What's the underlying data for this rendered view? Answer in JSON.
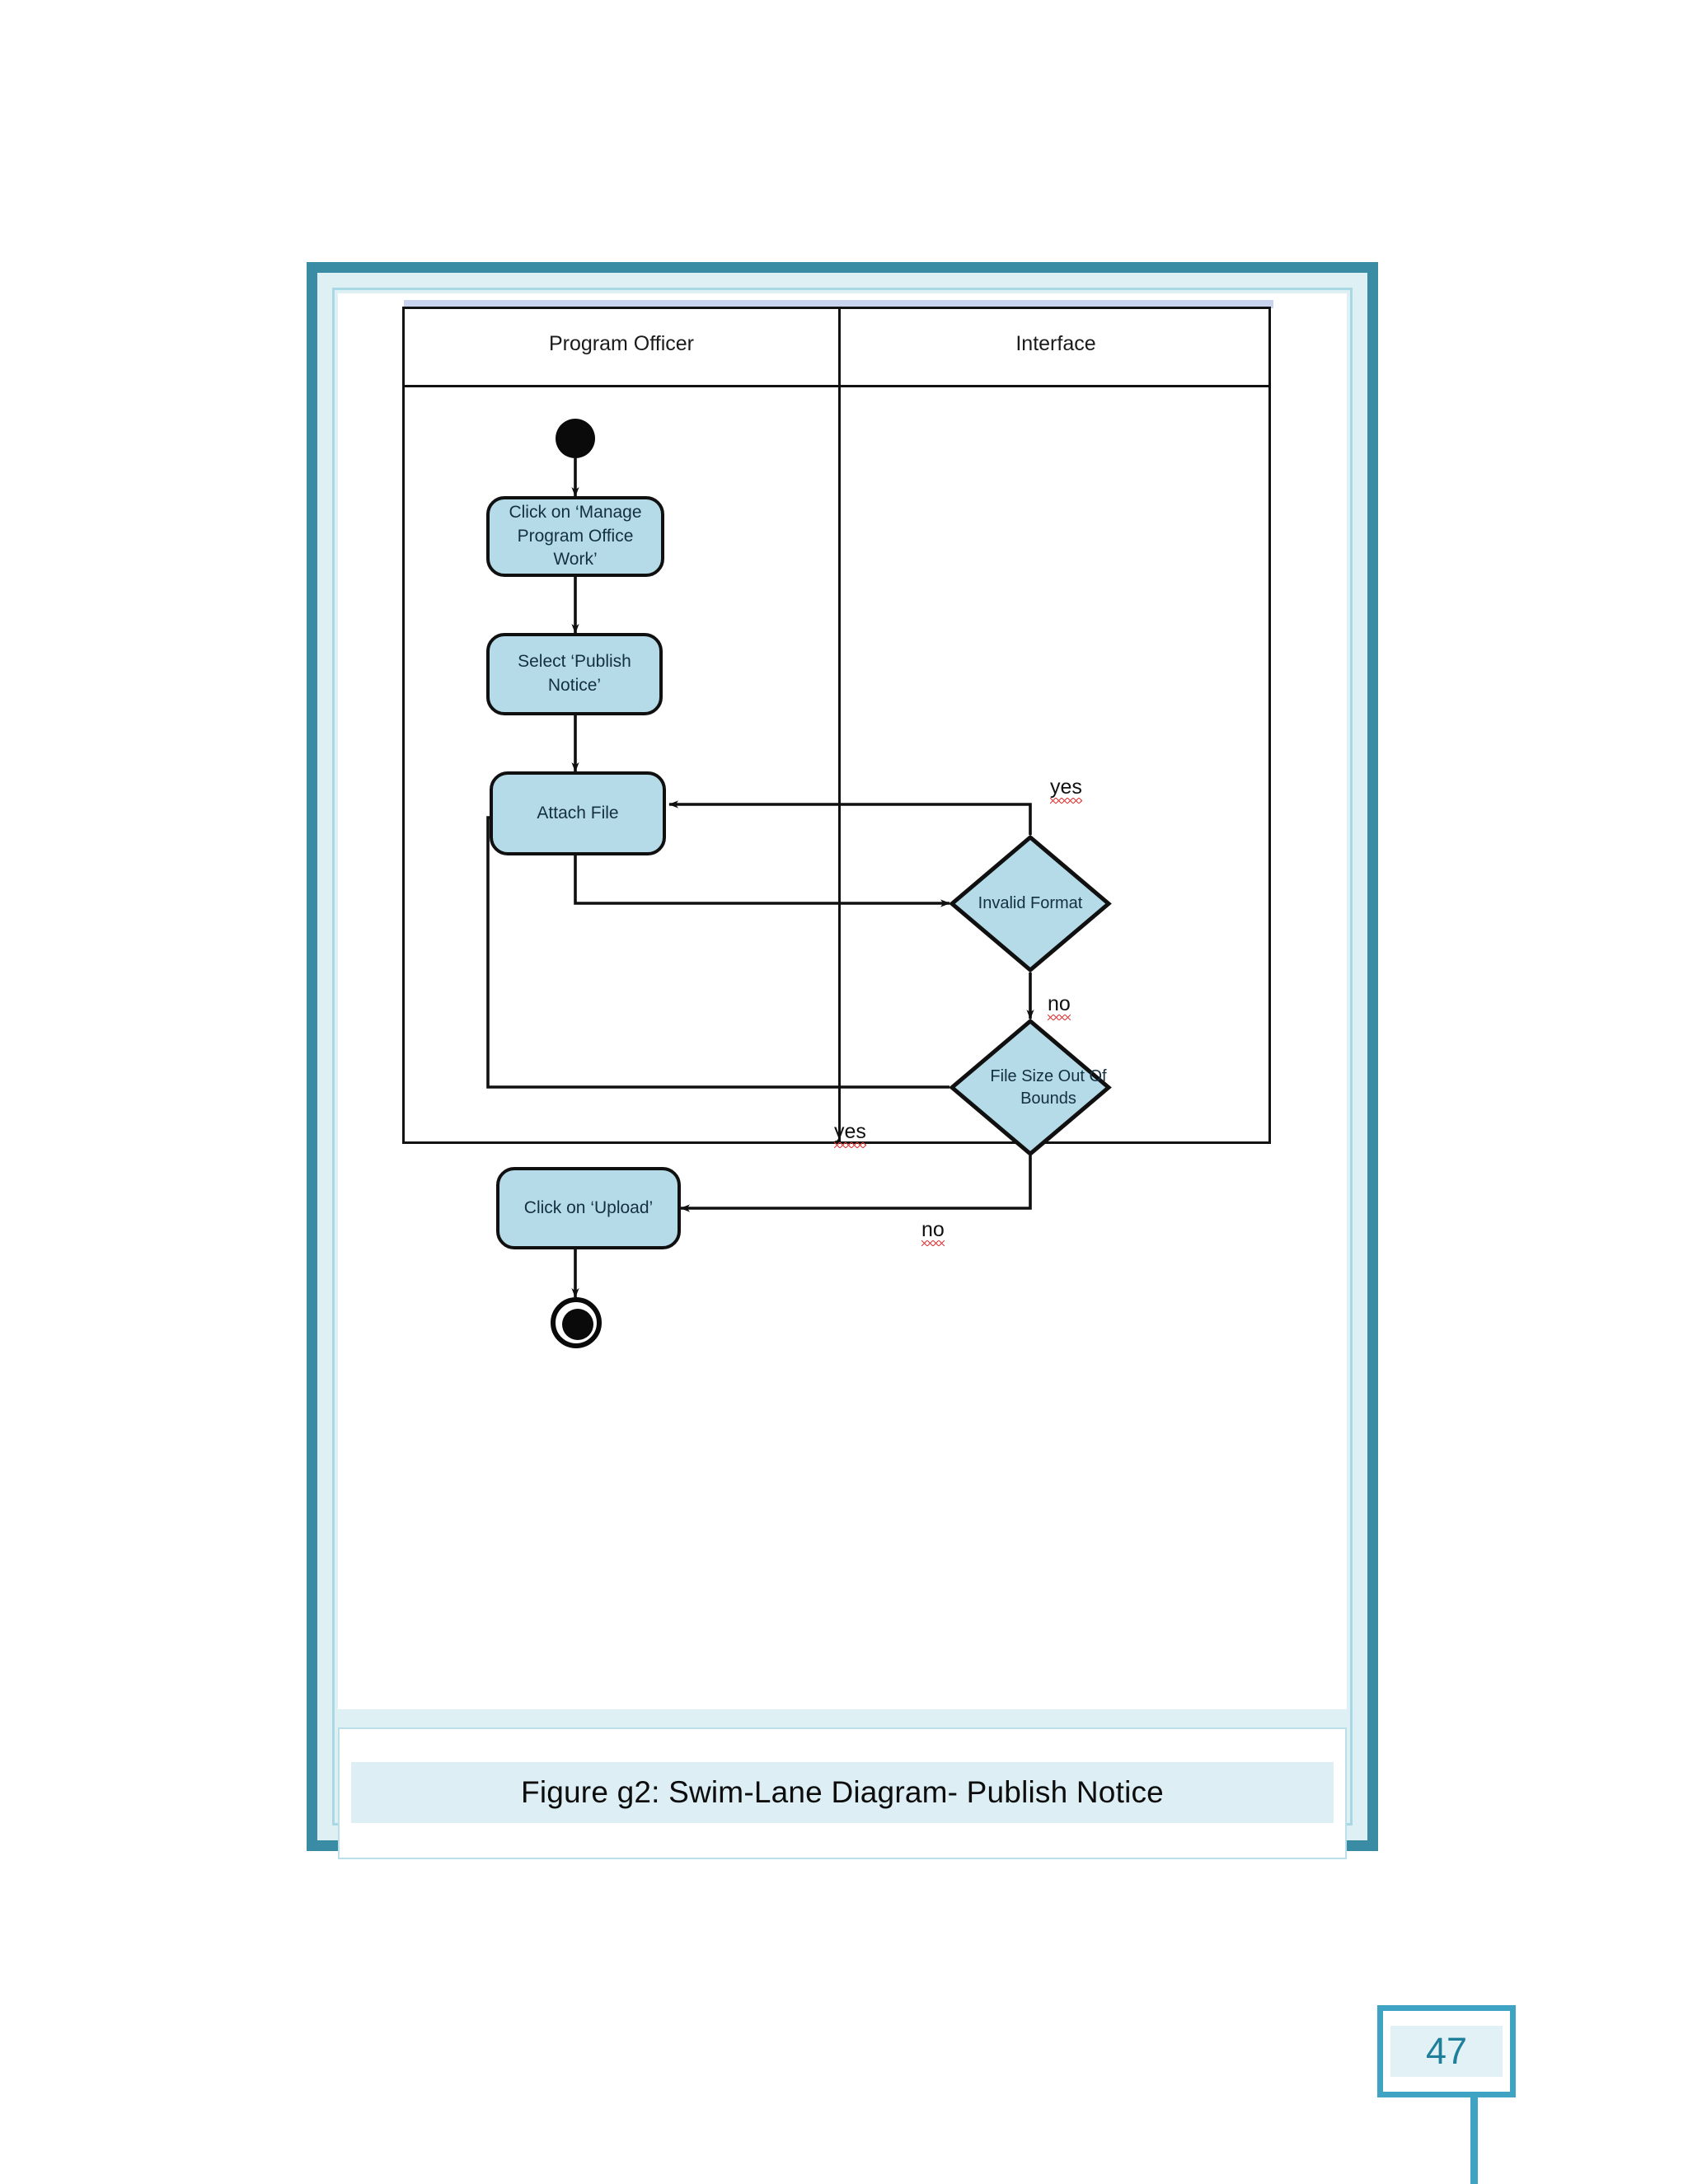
{
  "document": {
    "page_number": "47",
    "caption": "Figure g2: Swim-Lane Diagram- Publish Notice"
  },
  "diagram": {
    "type": "uml-activity-swimlane",
    "title": "Swim-Lane Diagram- Publish Notice",
    "lanes": [
      {
        "id": "program-officer",
        "label": "Program Officer"
      },
      {
        "id": "interface",
        "label": "Interface"
      }
    ],
    "nodes": [
      {
        "id": "start",
        "type": "initial-node",
        "lane": "program-officer",
        "label": ""
      },
      {
        "id": "manage-work",
        "type": "activity",
        "lane": "program-officer",
        "label": "Click on ‘Manage Program Office Work’"
      },
      {
        "id": "publish-notice",
        "type": "activity",
        "lane": "program-officer",
        "label": "Select ‘Publish Notice’"
      },
      {
        "id": "attach-file",
        "type": "activity",
        "lane": "program-officer",
        "label": "Attach File"
      },
      {
        "id": "invalid-format",
        "type": "decision",
        "lane": "interface",
        "label": "Invalid Format"
      },
      {
        "id": "file-size",
        "type": "decision",
        "lane": "interface",
        "label": "File Size Out Of Bounds"
      },
      {
        "id": "upload",
        "type": "activity",
        "lane": "program-officer",
        "label": "Click on ‘Upload’"
      },
      {
        "id": "end",
        "type": "final-node",
        "lane": "program-officer",
        "label": ""
      }
    ],
    "edges": [
      {
        "from": "start",
        "to": "manage-work",
        "label": ""
      },
      {
        "from": "manage-work",
        "to": "publish-notice",
        "label": ""
      },
      {
        "from": "publish-notice",
        "to": "attach-file",
        "label": ""
      },
      {
        "from": "attach-file",
        "to": "invalid-format",
        "label": ""
      },
      {
        "from": "invalid-format",
        "to": "attach-file",
        "label": "yes"
      },
      {
        "from": "invalid-format",
        "to": "file-size",
        "label": "no"
      },
      {
        "from": "file-size",
        "to": "attach-file",
        "label": "yes"
      },
      {
        "from": "file-size",
        "to": "upload",
        "label": "no"
      },
      {
        "from": "upload",
        "to": "end",
        "label": ""
      }
    ],
    "edge_labels": {
      "invalid_format_yes": "yes",
      "invalid_format_no": "no",
      "file_size_yes": "yes",
      "file_size_no": "no"
    },
    "colors": {
      "shape_fill": "#b6dbe8",
      "shape_stroke": "#101010",
      "lane_stroke": "#121212",
      "frame_outer": "#3a8ba4",
      "frame_fill": "#dff0f5",
      "frame_inner_line": "#a8d8e4",
      "caption_strip": "#ddeff4",
      "page_badge_border": "#3fa3c4",
      "page_badge_text": "#1d7f99",
      "spellcheck_underline": "#e03a3a"
    }
  }
}
